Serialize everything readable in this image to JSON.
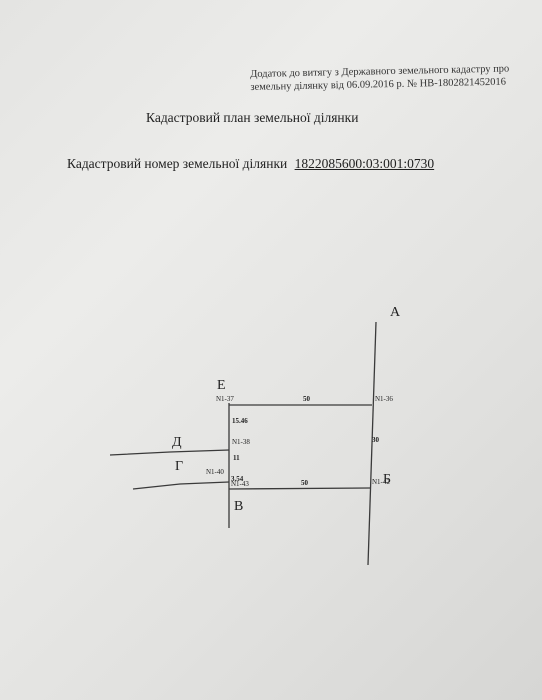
{
  "document": {
    "appendix_line1": "Додаток до витягу з Державного земельного кадастру про",
    "appendix_line2": "земельну ділянку від 06.09.2016 р. № НВ-1802821452016",
    "plan_title": "Кадастровий план земельної ділянки",
    "cadastral_label": "Кадастровий номер земельної ділянки",
    "cadastral_number": "1822085600:03:001:0730"
  },
  "scheme": {
    "letters": {
      "a": "А",
      "b": "Б",
      "v": "В",
      "g": "Г",
      "d": "Д",
      "e": "Е"
    },
    "points": {
      "n1_36": "N1-36",
      "n1_37": "N1-37",
      "n1_38": "N1-38",
      "n1_40": "N1-40",
      "n1_42": "N1-42",
      "n1_43": "N1-43"
    },
    "dimensions": {
      "top_side": "50",
      "bottom_side": "50",
      "right_side": "30",
      "left_upper": "15.46",
      "left_middle": "11",
      "left_lower": "3.54"
    }
  }
}
